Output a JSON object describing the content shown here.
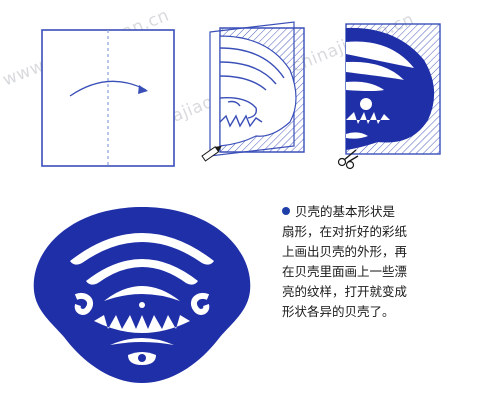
{
  "watermark": {
    "text": "www.chinajiaoan.cn"
  },
  "caption": {
    "lines": [
      "贝壳的基本形状是",
      "扇形，在对折好的彩纸",
      "上画出贝壳的外形，再",
      "在贝壳里面画上一些漂",
      "亮的纹样，打开就变成",
      "形状各异的贝壳了。"
    ]
  },
  "colors": {
    "paper_blue": "#1f2fa8",
    "outline": "#3a4fb8",
    "fold_line": "#8aa0dd"
  },
  "icons": {
    "step1_arrow": "fold-arrow-icon",
    "step2_tool": "pencil-icon",
    "step3_tool": "scissors-icon"
  }
}
